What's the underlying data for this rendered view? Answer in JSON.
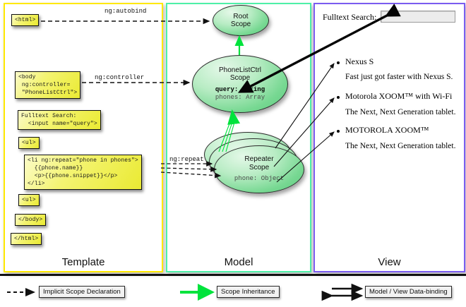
{
  "columns": [
    {
      "id": "template",
      "label": "Template",
      "color": "#ffe800"
    },
    {
      "id": "model",
      "label": "Model",
      "color": "#4ef0a8"
    },
    {
      "id": "view",
      "label": "View",
      "color": "#7b5cf0"
    }
  ],
  "template": {
    "boxes": [
      {
        "name": "html-open-tag",
        "text": "<html>"
      },
      {
        "name": "body-controller-tag",
        "text": "<body\n ng:controller=\n \"PhoneListCtrl\">"
      },
      {
        "name": "fulltext-search-input-tag",
        "text": "Fulltext Search:\n  <input name=\"query\">"
      },
      {
        "name": "ul-open-tag",
        "text": "<ul>"
      },
      {
        "name": "li-ng-repeat-tag",
        "text": "<li ng:repeat=\"phone in phones\">\n  {{phone.name}}\n  <p>{{phone.snippet}}</p>\n</li>"
      },
      {
        "name": "ul-close-tag",
        "text": "<ul>"
      },
      {
        "name": "body-close-tag",
        "text": "</body>"
      },
      {
        "name": "html-close-tag",
        "text": "</html>"
      }
    ]
  },
  "connectors": {
    "autobind": "ng:autobind",
    "controller": "ng:controller",
    "repeat": "ng:repeat"
  },
  "model": {
    "root_scope": {
      "title_line1": "Root",
      "title_line2": "Scope"
    },
    "phonelist_scope": {
      "title_line1": "PhoneListCtrl",
      "title_line2": "Scope",
      "prop_query": "query: String",
      "prop_phones": "phones: Array"
    },
    "repeater_scope": {
      "title_line1": "Repeater",
      "title_line2": "Scope",
      "prop_phone": "phone: Object"
    }
  },
  "view": {
    "search_label": "Fulltext Search:",
    "search_value": "",
    "phones": [
      {
        "name": "Nexus S",
        "snippet": "Fast just got faster with Nexus S."
      },
      {
        "name": "Motorola XOOM™  with Wi-Fi",
        "snippet": "The Next, Next Generation tablet."
      },
      {
        "name": "MOTOROLA XOOM™",
        "snippet": "The Next, Next Generation tablet."
      }
    ]
  },
  "legend": [
    {
      "name": "legend-implicit-scope-declaration",
      "label": "Implicit Scope Declaration",
      "style": "dashed-black"
    },
    {
      "name": "legend-scope-inheritance",
      "label": "Scope Inheritance",
      "style": "solid-green"
    },
    {
      "name": "legend-model-view-data-binding",
      "label": "Model / View Data-binding",
      "style": "double-black"
    }
  ]
}
